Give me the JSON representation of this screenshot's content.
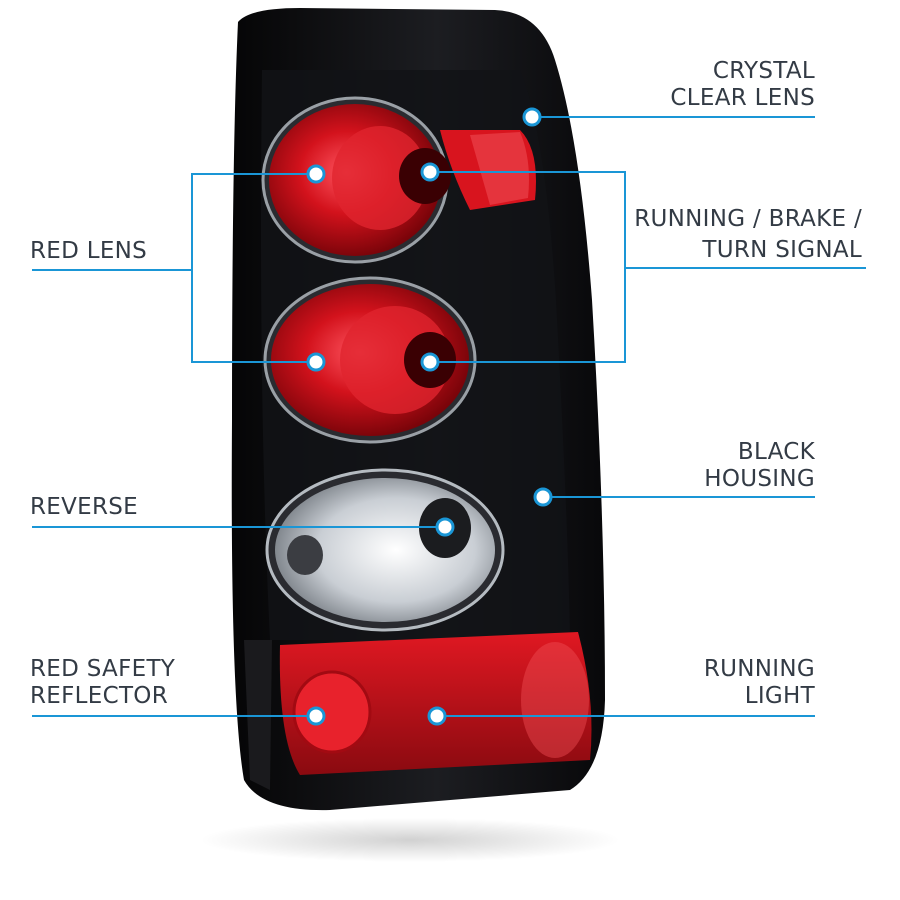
{
  "colors": {
    "callout_line": "#1a96d6",
    "label_text": "#333b45",
    "housing": "#0c0c0e",
    "red_lens": "#c8101a",
    "clear_lens": "#d9dde2"
  },
  "callouts": {
    "crystal_clear_lens": [
      "CRYSTAL",
      "CLEAR LENS"
    ],
    "red_lens": [
      "RED LENS"
    ],
    "running_brake_turn": [
      "RUNNING / BRAKE /",
      "TURN SIGNAL"
    ],
    "black_housing": [
      "BLACK",
      "HOUSING"
    ],
    "reverse": [
      "REVERSE"
    ],
    "red_safety_reflector": [
      "RED SAFETY",
      "REFLECTOR"
    ],
    "running_light": [
      "RUNNING",
      "LIGHT"
    ]
  }
}
